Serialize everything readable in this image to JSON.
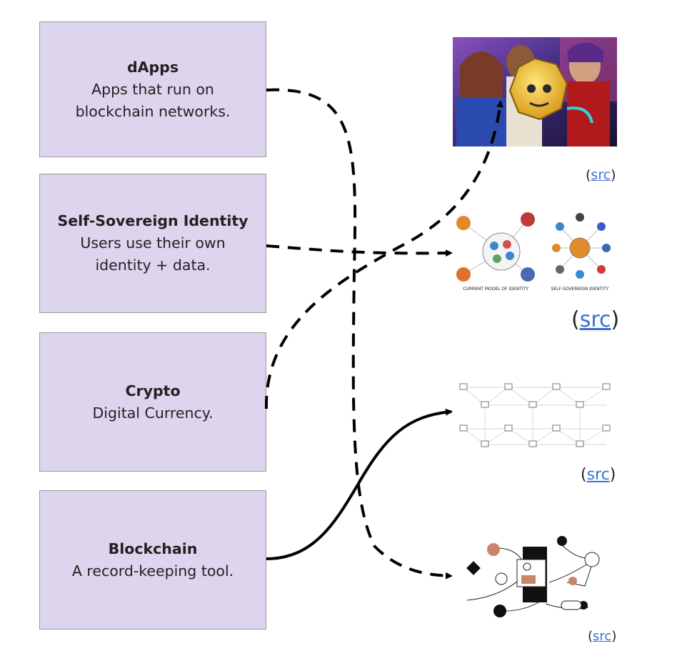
{
  "boxes": [
    {
      "title": "dApps",
      "desc": "Apps that run on blockchain networks."
    },
    {
      "title": "Self-Sovereign Identity",
      "desc": "Users use their own identity + data."
    },
    {
      "title": "Crypto",
      "desc": "Digital Currency."
    },
    {
      "title": "Blockchain",
      "desc": "A record-keeping tool."
    }
  ],
  "images": [
    {
      "caption_open": "(",
      "caption_link": "src",
      "caption_close": ")"
    },
    {
      "caption_open": "(",
      "caption_link": "src",
      "caption_close": ")",
      "label_left": "CURRENT MODEL OF IDENTITY",
      "label_right": "SELF-SOVEREIGN IDENTITY"
    },
    {
      "caption_open": "(",
      "caption_link": "src",
      "caption_close": ")"
    },
    {
      "caption_open": "(",
      "caption_link": "src",
      "caption_close": ")"
    }
  ],
  "colors": {
    "box_fill": "#ddd5ee",
    "box_border": "#9a9a9a",
    "link": "#3a6fd8",
    "accent_copper": "#c9856a",
    "connector": "#000000"
  }
}
